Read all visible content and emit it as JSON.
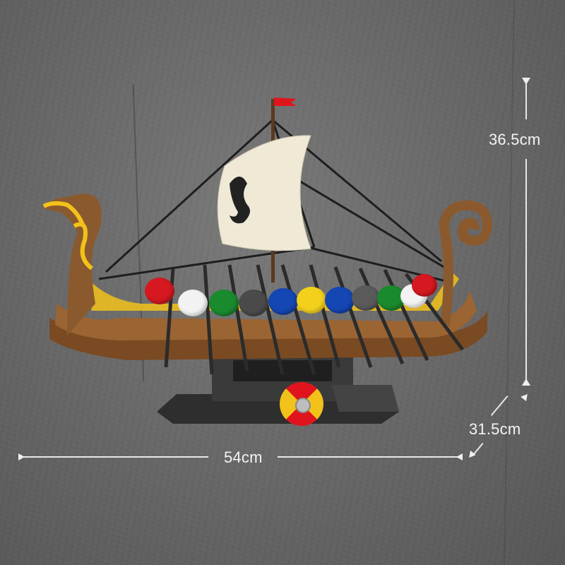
{
  "image": {
    "description": "Brick-built Viking longship model on display stand with dimension annotations",
    "background_color": "#6b6b6b"
  },
  "dimensions": {
    "height": {
      "label": "36.5cm"
    },
    "depth": {
      "label": "31.5cm"
    },
    "width": {
      "label": "54cm"
    }
  },
  "ship": {
    "sail_color": "#efe9d6",
    "sail_emblem_color": "#222222",
    "hull_color": "#8a5a2e",
    "trim_color": "#f2c21a",
    "flag_color": "#e0141c",
    "shields": [
      {
        "color": "#d61820"
      },
      {
        "color": "#f2f2f2"
      },
      {
        "color": "#1a8a2e"
      },
      {
        "color": "#4a4a4a"
      },
      {
        "color": "#1446b4"
      },
      {
        "color": "#f2d01c"
      },
      {
        "color": "#1446b4"
      },
      {
        "color": "#5a5a5a"
      },
      {
        "color": "#1a8a2e"
      },
      {
        "color": "#f2f2f2"
      },
      {
        "color": "#d61820"
      }
    ],
    "stand_shield": {
      "colors": [
        "#e0141c",
        "#f2c21a"
      ]
    }
  }
}
